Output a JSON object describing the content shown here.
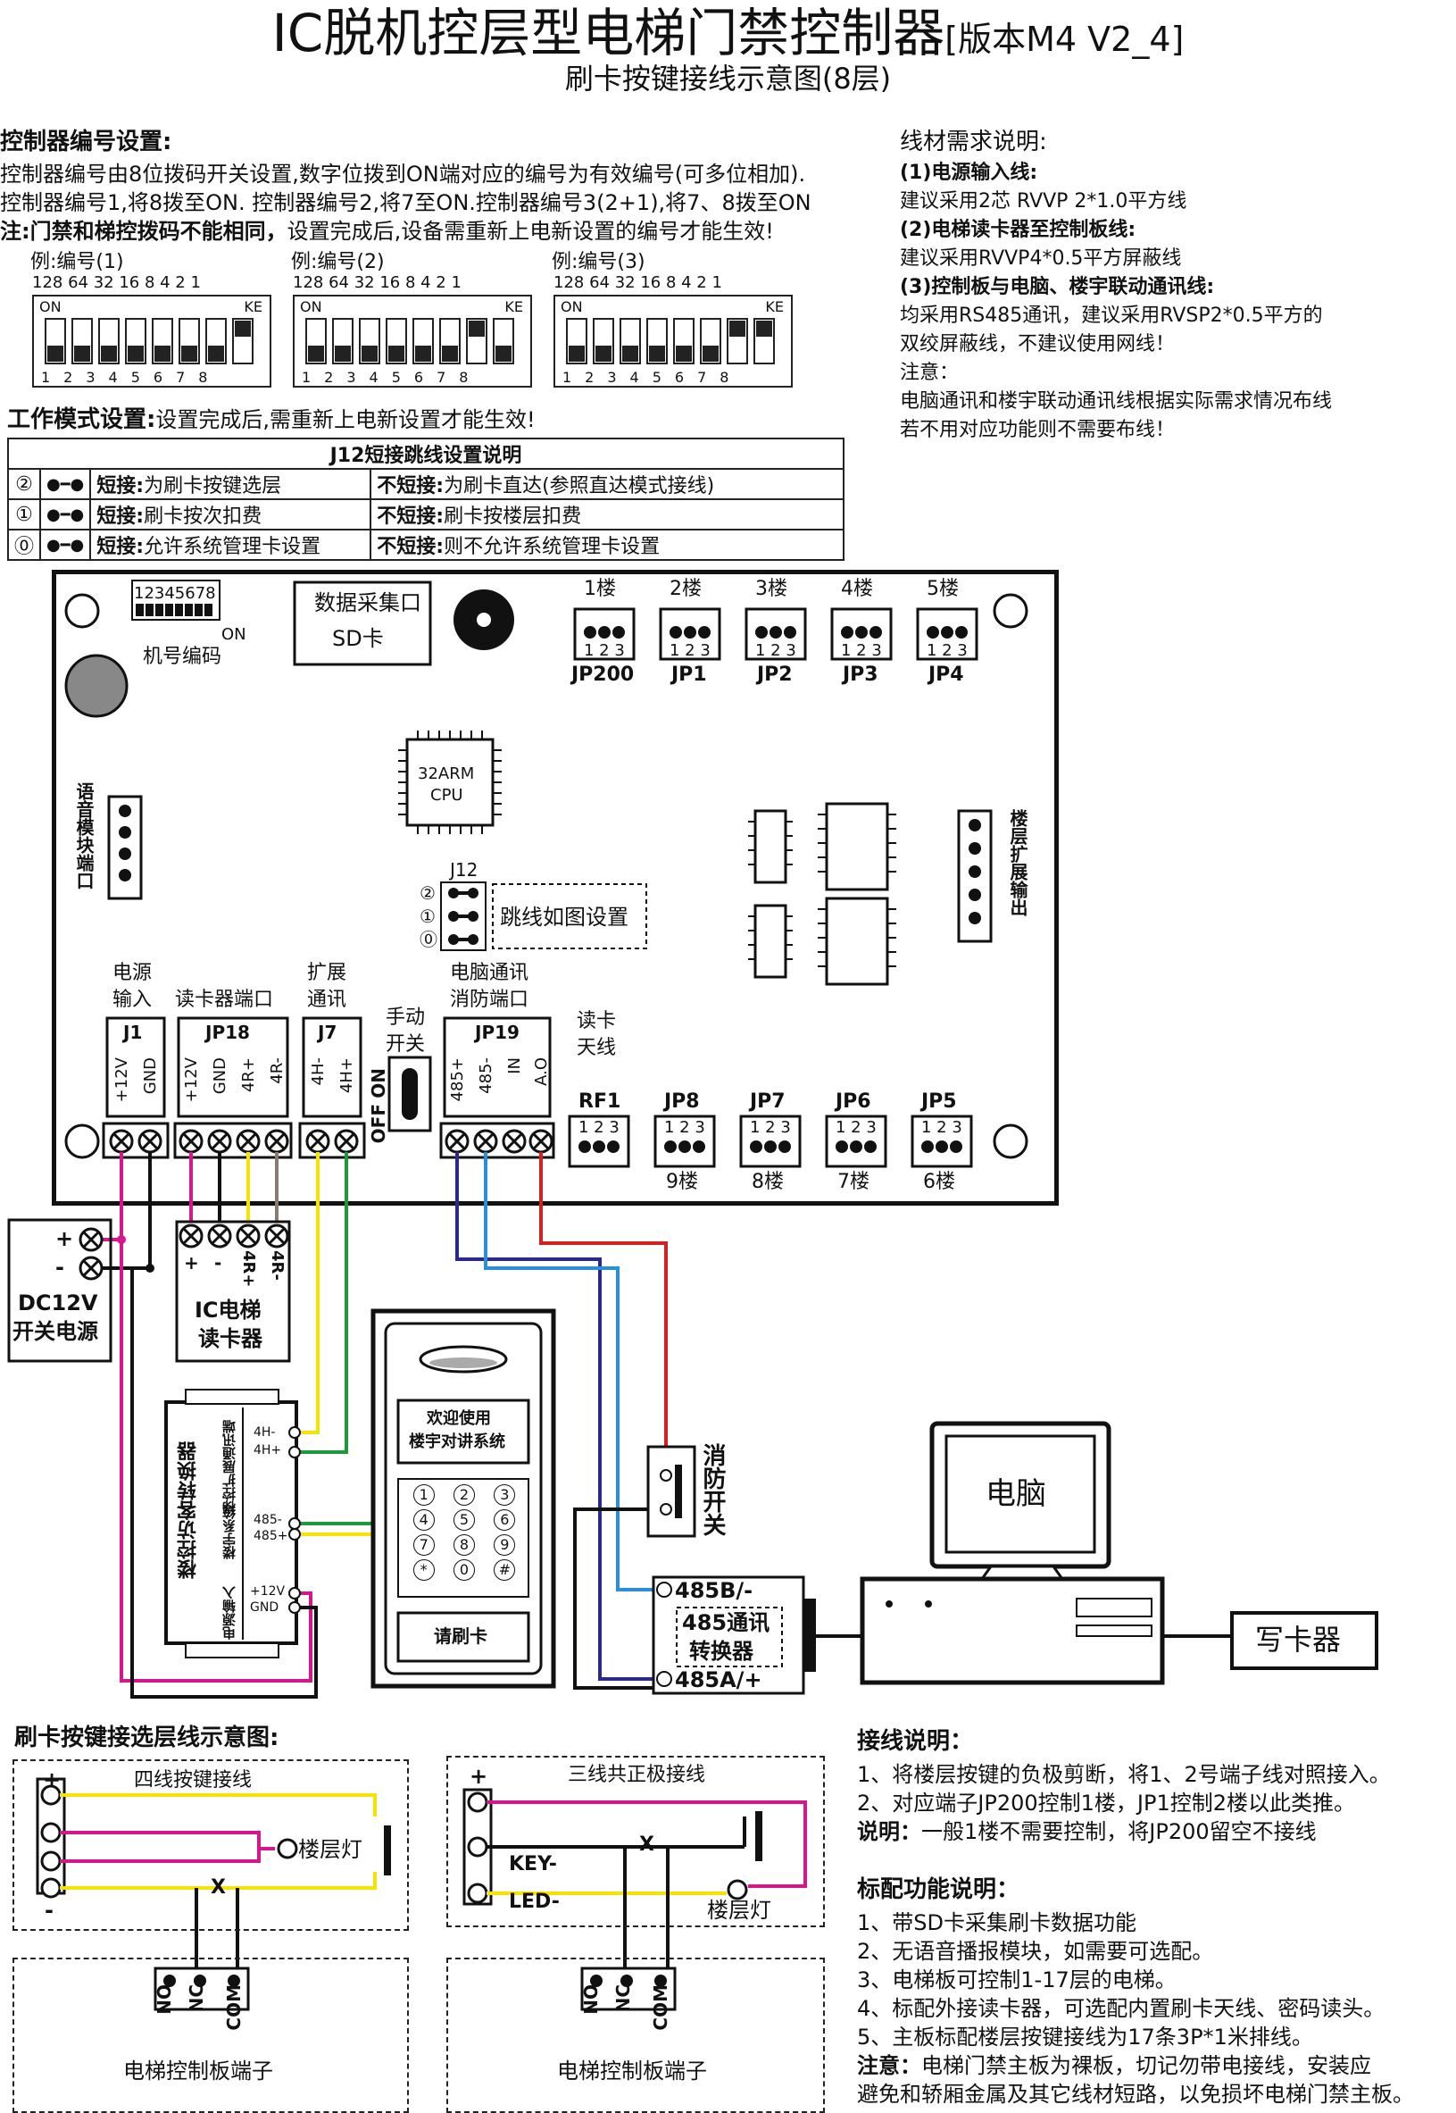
{
  "header": {
    "title_main": "IC脱机控层型电梯门禁控制器",
    "title_version": "[版本M4 V2_4]",
    "subtitle": "刷卡按键接线示意图(8层)"
  },
  "controller_id": {
    "heading": "控制器编号设置:",
    "line1": "控制器编号由8位拨码开关设置,数字位拨到ON端对应的编号为有效编号(可多位相加).",
    "line2": "控制器编号1,将8拨至ON. 控制器编号2,将7至ON.控制器编号3(2+1),将7、8拨至ON",
    "line3_bold": "注:门禁和梯控拨码不能相同，",
    "line3_rest": "设置完成后,设备需重新上电新设置的编号才能生效!",
    "examples": [
      {
        "label": "例:编号(1)",
        "weights": "128 64 32 16  8   4   2   1",
        "on": "ON",
        "ke": "KE",
        "nums": "12345678"
      },
      {
        "label": "例:编号(2)",
        "weights": "128 64 32 16  8   4   2   1",
        "on": "ON",
        "ke": "KE",
        "nums": "12345678"
      },
      {
        "label": "例:编号(3)",
        "weights": "128 64 32 16  8   4   2   1",
        "on": "ON",
        "ke": "KE",
        "nums": "12345678"
      }
    ]
  },
  "wire_req": {
    "heading": "线材需求说明:",
    "l1": "(1)电源输入线:",
    "l2": "建议采用2芯 RVVP 2*1.0平方线",
    "l3": "(2)电梯读卡器至控制板线:",
    "l4": "建议采用RVVP4*0.5平方屏蔽线",
    "l5": "(3)控制板与电脑、楼宇联动通讯线:",
    "l6": "均采用RS485通讯，建议采用RVSP2*0.5平方的",
    "l7": "双绞屏蔽线，不建议使用网线！",
    "l8": "注意：",
    "l9": "电脑通讯和楼宇联动通讯线根据实际需求情况布线",
    "l10": "若不用对应功能则不需要布线！"
  },
  "work_mode": {
    "heading": "工作模式设置:",
    "note": "设置完成后,需重新上电新设置才能生效!",
    "table_title": "J12短接跳线设置说明",
    "rows": [
      {
        "num": "②",
        "short_label": "短接:",
        "short_text": "为刷卡按键选层",
        "open_label": "不短接:",
        "open_text": "为刷卡直达(参照直达模式接线)"
      },
      {
        "num": "①",
        "short_label": "短接:",
        "short_text": "刷卡按次扣费",
        "open_label": "不短接:",
        "open_text": "刷卡按楼层扣费"
      },
      {
        "num": "⓪",
        "short_label": "短接:",
        "short_text": "允许系统管理卡设置",
        "open_label": "不短接:",
        "open_text": "则不允许系统管理卡设置"
      }
    ]
  },
  "board": {
    "dip_label": "机号编码",
    "dip_on": "ON",
    "dip_nums": "12345678",
    "sd_line1": "数据采集口",
    "sd_line2": "SD卡",
    "cpu_line1": "32ARM",
    "cpu_line2": "CPU",
    "voice_port": "语音模块端口",
    "floor_expand": "楼层扩展输出",
    "j12_label": "J12",
    "j12_nums": [
      "②",
      "①",
      "⓪"
    ],
    "j12_note": "跳线如图设置",
    "top_relays": [
      {
        "floor": "1楼",
        "name": "JP200",
        "pins": "1 2 3"
      },
      {
        "floor": "2楼",
        "name": "JP1",
        "pins": "1 2 3"
      },
      {
        "floor": "3楼",
        "name": "JP2",
        "pins": "1 2 3"
      },
      {
        "floor": "4楼",
        "name": "JP3",
        "pins": "1 2 3"
      },
      {
        "floor": "5楼",
        "name": "JP4",
        "pins": "1 2 3"
      }
    ],
    "bottom_relays": [
      {
        "name": "RF1",
        "floor": "",
        "pins": "1 2 3"
      },
      {
        "name": "JP8",
        "floor": "9楼",
        "pins": "1 2 3"
      },
      {
        "name": "JP7",
        "floor": "8楼",
        "pins": "1 2 3"
      },
      {
        "name": "JP6",
        "floor": "7楼",
        "pins": "1 2 3"
      },
      {
        "name": "JP5",
        "floor": "6楼",
        "pins": "1 2 3"
      }
    ],
    "conn_power_l1": "电源",
    "conn_power_l2": "输入",
    "conn_reader": "读卡器端口",
    "conn_expand_l1": "扩展",
    "conn_expand_l2": "通讯",
    "conn_manual_l1": "手动",
    "conn_manual_l2": "开关",
    "conn_pc_l1": "电脑通讯",
    "conn_pc_l2": "消防端口",
    "conn_antenna_l1": "读卡",
    "conn_antenna_l2": "天线",
    "j1": "J1",
    "jp18": "JP18",
    "j7": "J7",
    "jp19": "JP19",
    "j1_pins": [
      "+12V",
      "GND"
    ],
    "jp18_pins": [
      "+12V",
      "GND",
      "4R+",
      "4R-"
    ],
    "j7_pins": [
      "4H-",
      "4H+"
    ],
    "jp19_pins": [
      "485+",
      "485-",
      "IN",
      "A.O"
    ],
    "switch_on": "ON",
    "switch_off": "OFF"
  },
  "external": {
    "psu_l1": "DC12V",
    "psu_l2": "开关电源",
    "psu_plus": "+",
    "psu_minus": "-",
    "reader_l1": "IC电梯",
    "reader_l2": "读卡器",
    "reader_pins": [
      "+",
      "-",
      "4R+",
      "4R-"
    ],
    "visitor_conv": "楼控访客转换器",
    "visitor_sub1": "梯控扩展通讯端",
    "visitor_sub2": "楼宇系统",
    "visitor_sub3": "电源输入",
    "visitor_pins": [
      "4H-",
      "4H+",
      "485-",
      "485+",
      "+12V",
      "GND"
    ],
    "intercom_l1": "欢迎使用",
    "intercom_l2": "楼宇对讲系统",
    "intercom_card": "请刷卡",
    "keypad": [
      "1",
      "2",
      "3",
      "4",
      "5",
      "6",
      "7",
      "8",
      "9",
      "*",
      "0",
      "#"
    ],
    "fire_switch": "消防开关",
    "rs485_conv_l1": "485通讯",
    "rs485_conv_l2": "转换器",
    "rs485_b": "485B/-",
    "rs485_a": "485A/+",
    "pc": "电脑",
    "card_writer": "写卡器"
  },
  "wiring_diagrams": {
    "heading": "刷卡按键接选层线示意图:",
    "four_wire": "四线按键接线",
    "three_wire": "三线共正极接线",
    "floor_light": "楼层灯",
    "key_minus": "KEY-",
    "led_minus": "LED-",
    "plus": "+",
    "minus": "-",
    "x_mark": "X",
    "terminal": "电梯控制板端子",
    "terminal_pins": [
      "NO",
      "NC",
      "COM"
    ]
  },
  "wiring_notes": {
    "heading": "接线说明：",
    "n1": "1、将楼层按键的负极剪断，将1、2号端子线对照接入。",
    "n2": "2、对应端子JP200控制1楼，JP1控制2楼以此类推。",
    "n3_bold": "说明：",
    "n3": "一般1楼不需要控制，将JP200留空不接线"
  },
  "features": {
    "heading": "标配功能说明：",
    "f1": "1、带SD卡采集刷卡数据功能",
    "f2": "2、无语音播报模块，如需要可选配。",
    "f3": "3、电梯板可控制1-17层的电梯。",
    "f4": "4、标配外接读卡器，可选配内置刷卡天线、密码读头。",
    "f5": "5、主板标配楼层按键接线为17条3P*1米排线。",
    "note_bold": "注意：",
    "note1": "电梯门禁主板为裸板，切记勿带电接线，安装应",
    "note2": "避免和轿厢金属及其它线材短路，以免损坏电梯门禁主板。"
  },
  "colors": {
    "magenta": "#d6168c",
    "black": "#111111",
    "yellow": "#f4e400",
    "gray": "#8a7a70",
    "green": "#1a9a3a",
    "navy": "#2a2a8c",
    "blue": "#2a8fd8",
    "red": "#d42020"
  }
}
